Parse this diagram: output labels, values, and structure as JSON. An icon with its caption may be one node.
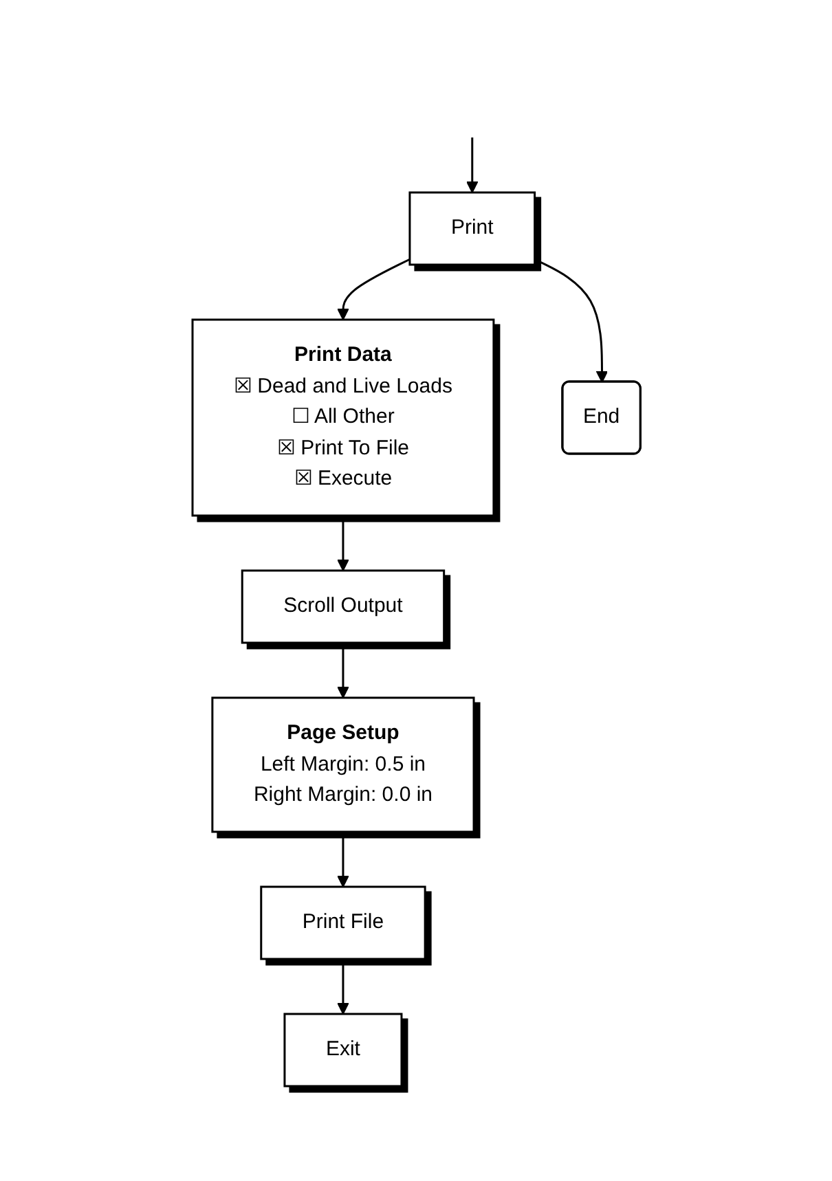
{
  "diagram": {
    "nodes": [
      {
        "text": [
          "Print"
        ]
      },
      {
        "text": [
          "Print Data",
          "☒ Dead and Live Loads",
          "☐ All Other",
          "☒ Print To File",
          "☒ Execute"
        ]
      },
      {
        "text": [
          "Scroll Output"
        ]
      },
      {
        "text": [
          "Page Setup",
          "Left Margin:  0.5 in",
          "Right Margin: 0.0 in"
        ]
      },
      {
        "text": [
          "Print File"
        ]
      },
      {
        "text": [
          "Exit"
        ]
      },
      {
        "text": [
          "End"
        ]
      }
    ],
    "edges": [
      {
        "from": null,
        "to": 0,
        "arrow": "to"
      },
      {
        "from": 0,
        "to": 1,
        "arrow": "to"
      },
      {
        "from": 0,
        "to": 6,
        "arrow": "to"
      },
      {
        "from": 1,
        "to": 2,
        "arrow": "to"
      },
      {
        "from": 2,
        "to": 3,
        "arrow": "to"
      },
      {
        "from": 3,
        "to": 4,
        "arrow": "to"
      },
      {
        "from": 4,
        "to": 5,
        "arrow": "to"
      }
    ]
  }
}
